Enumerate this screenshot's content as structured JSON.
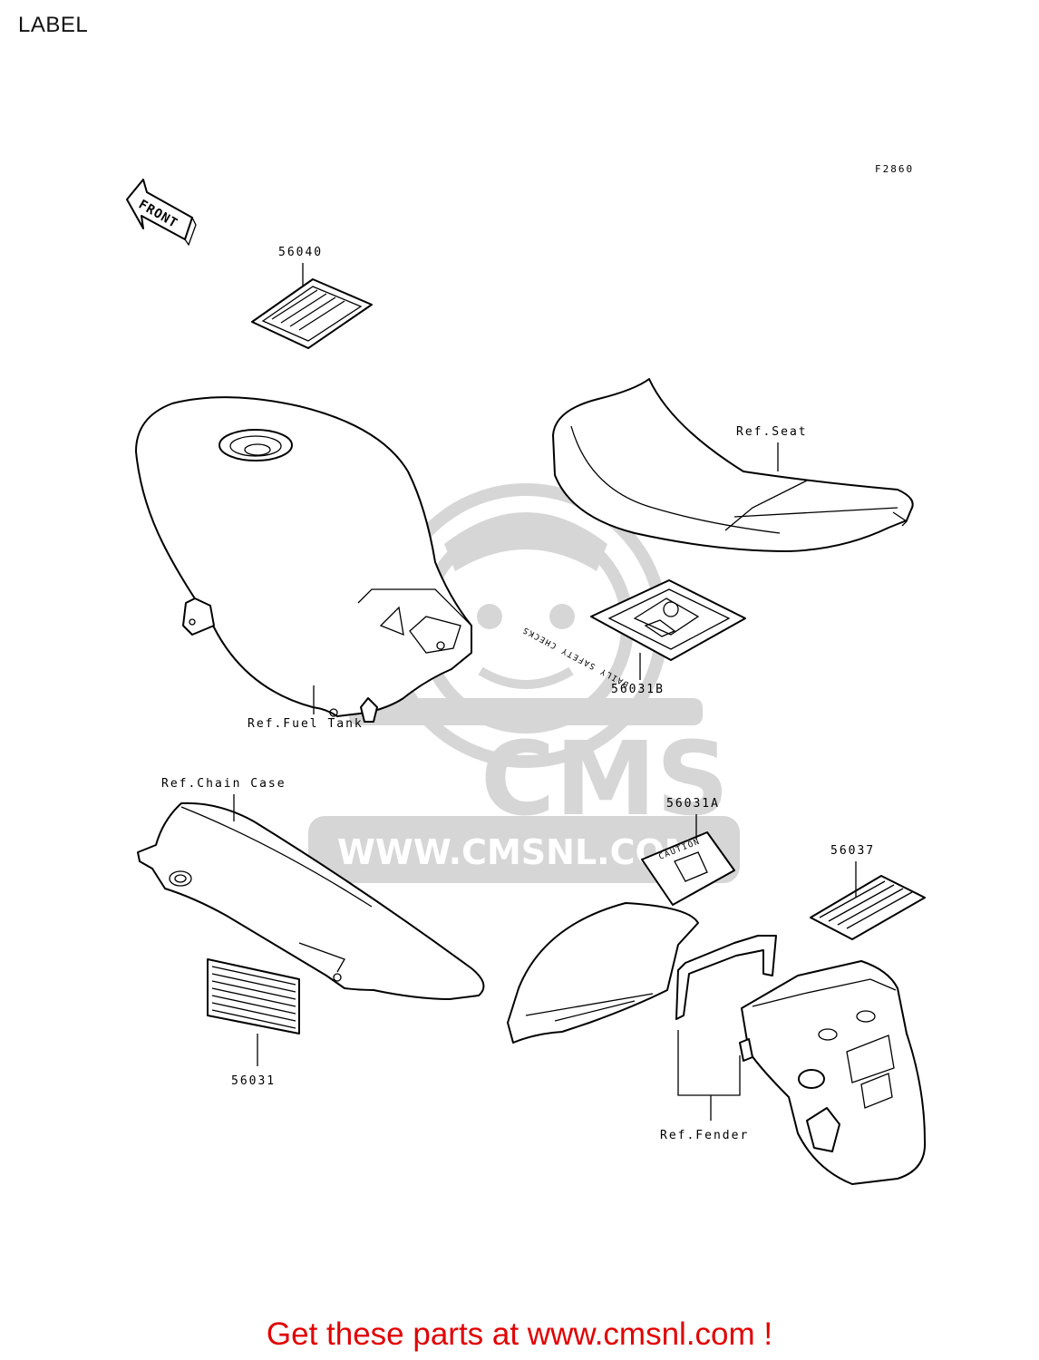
{
  "title": "LABEL",
  "figure_code": "F2860",
  "front_label": "FRONT",
  "parts": [
    {
      "id": "56040",
      "label": "56040"
    },
    {
      "id": "56031B",
      "label": "56031B"
    },
    {
      "id": "56031A",
      "label": "56031A"
    },
    {
      "id": "56037",
      "label": "56037"
    },
    {
      "id": "56031",
      "label": "56031"
    }
  ],
  "refs": {
    "seat": "Ref.Seat",
    "fuel_tank": "Ref.Fuel Tank",
    "chain_case": "Ref.Chain Case",
    "fender": "Ref.Fender"
  },
  "sticker_text": {
    "daily_checks": "DAILY SAFETY CHECKS",
    "caution": "CAUTION"
  },
  "watermark": {
    "brand": "CMS",
    "url": "WWW.CMSNL.COM"
  },
  "cta": "Get these parts at www.cmsnl.com !",
  "colors": {
    "cta": "#e00000",
    "watermark": "#d6d6d6",
    "lines": "#000000"
  }
}
